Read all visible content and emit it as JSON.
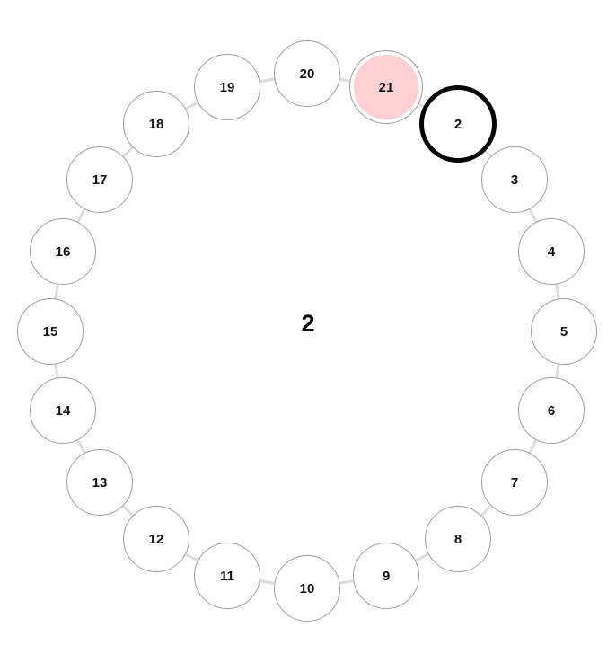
{
  "center_value": "2",
  "nodes": [
    {
      "label": "2",
      "state": "current"
    },
    {
      "label": "3",
      "state": "normal"
    },
    {
      "label": "4",
      "state": "normal"
    },
    {
      "label": "5",
      "state": "normal"
    },
    {
      "label": "6",
      "state": "normal"
    },
    {
      "label": "7",
      "state": "normal"
    },
    {
      "label": "8",
      "state": "normal"
    },
    {
      "label": "9",
      "state": "normal"
    },
    {
      "label": "10",
      "state": "normal"
    },
    {
      "label": "11",
      "state": "normal"
    },
    {
      "label": "12",
      "state": "normal"
    },
    {
      "label": "13",
      "state": "normal"
    },
    {
      "label": "14",
      "state": "normal"
    },
    {
      "label": "15",
      "state": "normal"
    },
    {
      "label": "16",
      "state": "normal"
    },
    {
      "label": "17",
      "state": "normal"
    },
    {
      "label": "18",
      "state": "normal"
    },
    {
      "label": "19",
      "state": "normal"
    },
    {
      "label": "20",
      "state": "normal"
    },
    {
      "label": "21",
      "state": "highlight"
    }
  ],
  "colors": {
    "highlight": "#fecfd3",
    "current_border": "#000000",
    "node_border": "#9e9e9e",
    "link": "#dddddd"
  }
}
